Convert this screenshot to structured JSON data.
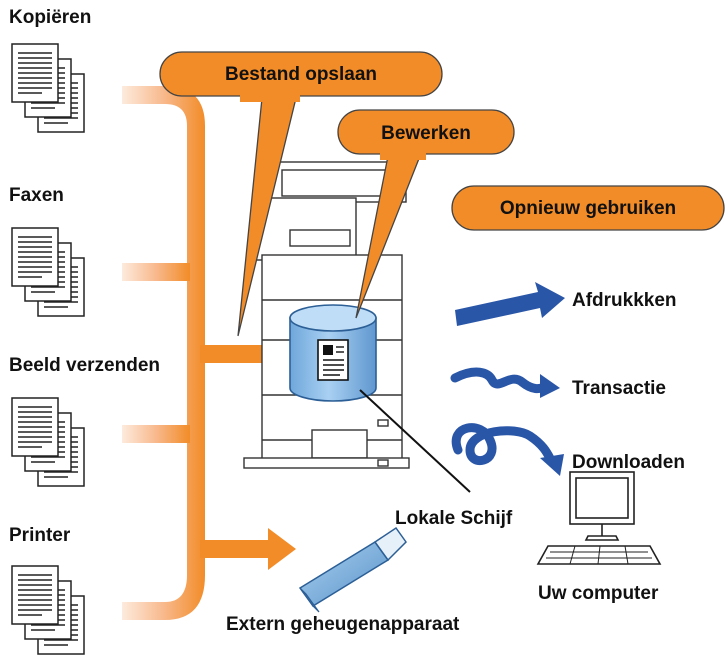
{
  "sources": {
    "copy": "Kopiëren",
    "fax": "Faxen",
    "scan": "Beeld verzenden",
    "print": "Printer"
  },
  "callouts": {
    "store": "Bestand opslaan",
    "edit": "Bewerken",
    "reuse": "Opnieuw gebruiken"
  },
  "outputs": {
    "print": "Afdrukkken",
    "transaction": "Transactie",
    "download": "Downloaden"
  },
  "devices": {
    "local_disk": "Lokale Schijf",
    "computer": "Uw computer",
    "external_memory": "Extern geheugenapparaat"
  },
  "colors": {
    "bubble": "#F28C28",
    "arrow_gradient_start": "#FDE6D6",
    "arrow_gradient_end": "#F28C28",
    "output_arrow": "#2A56A8",
    "disk": "#8DBEE8"
  },
  "icons": {
    "document_stack": "document-stack-icon",
    "printer": "multifunction-printer-icon",
    "disk": "hard-disk-icon",
    "computer": "computer-icon",
    "usb": "usb-stick-icon"
  }
}
